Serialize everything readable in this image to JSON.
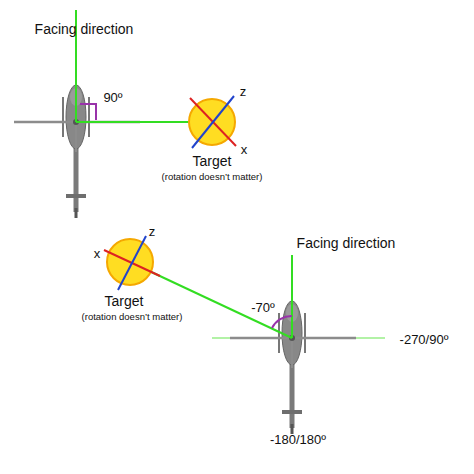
{
  "diagram": {
    "labels": [
      "Facing direction",
      "90º",
      "z",
      "x",
      "Target",
      "(rotation doesn’t matter)",
      "z",
      "x",
      "Target",
      "(rotation doesn’t matter)",
      "Facing direction",
      "-70º",
      "-270/90º",
      "-180/180º"
    ]
  }
}
